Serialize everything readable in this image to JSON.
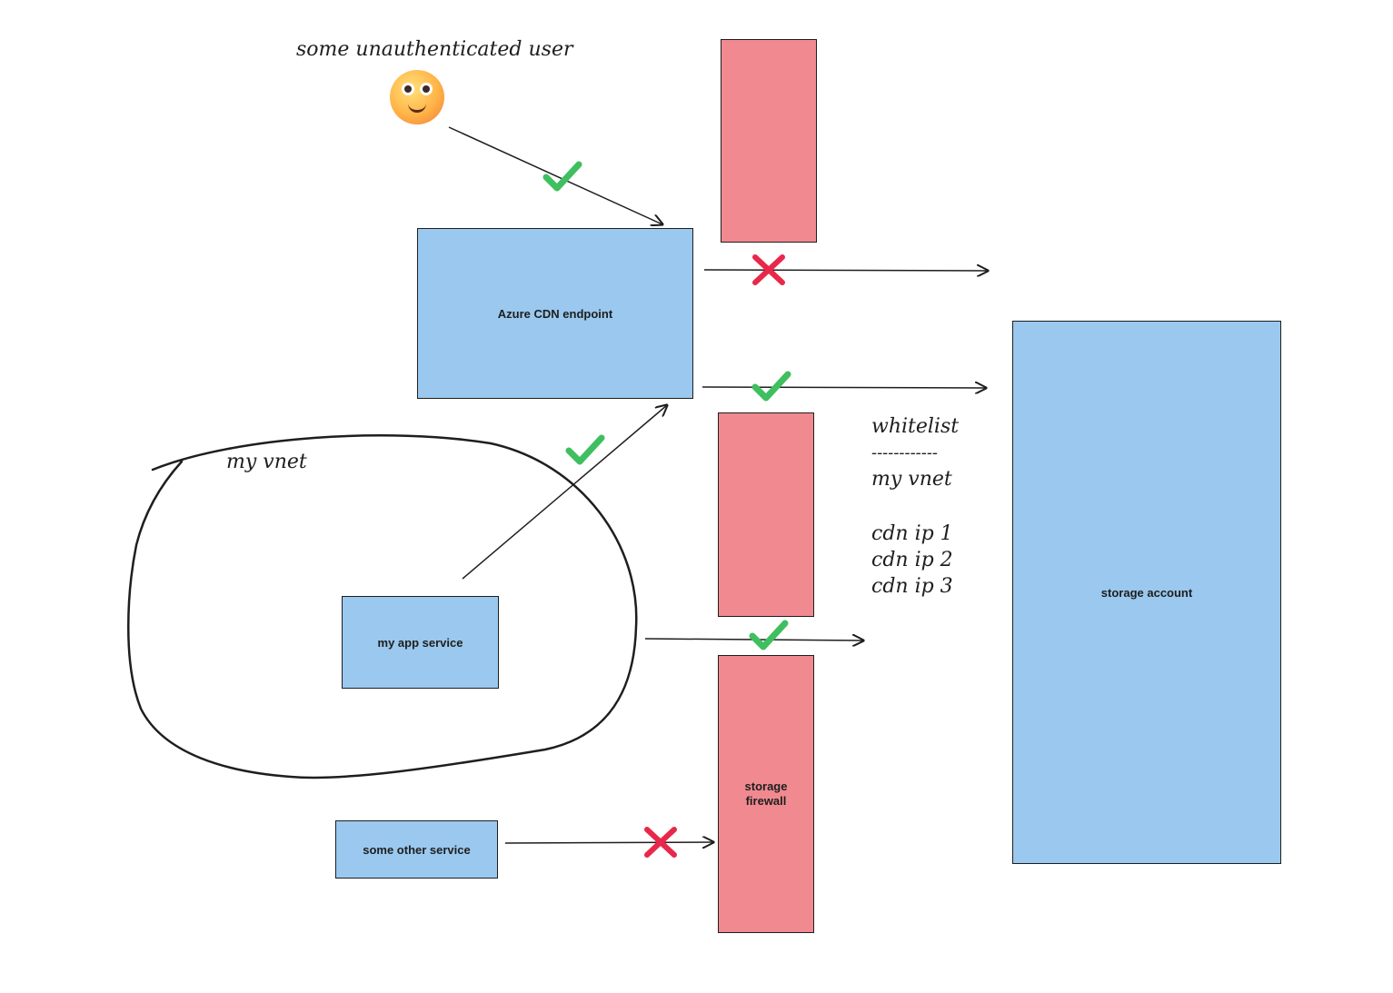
{
  "labels": {
    "user": "some unauthenticated user",
    "cdn": "Azure CDN endpoint",
    "vnet": "my vnet",
    "app_service": "my app service",
    "other_service": "some other service",
    "firewall": "storage firewall",
    "storage": "storage account"
  },
  "whitelist": {
    "title": "whitelist",
    "divider": "------------",
    "entries": [
      "my vnet",
      "cdn ip 1",
      "cdn ip 2",
      "cdn ip 3"
    ]
  },
  "icons": [
    "smiley-face-icon",
    "check-icon",
    "cross-icon"
  ],
  "colors": {
    "service_fill": "#9ac8ee",
    "firewall_fill": "#f08a90",
    "check": "#3fbf5f",
    "cross": "#e8284a"
  }
}
